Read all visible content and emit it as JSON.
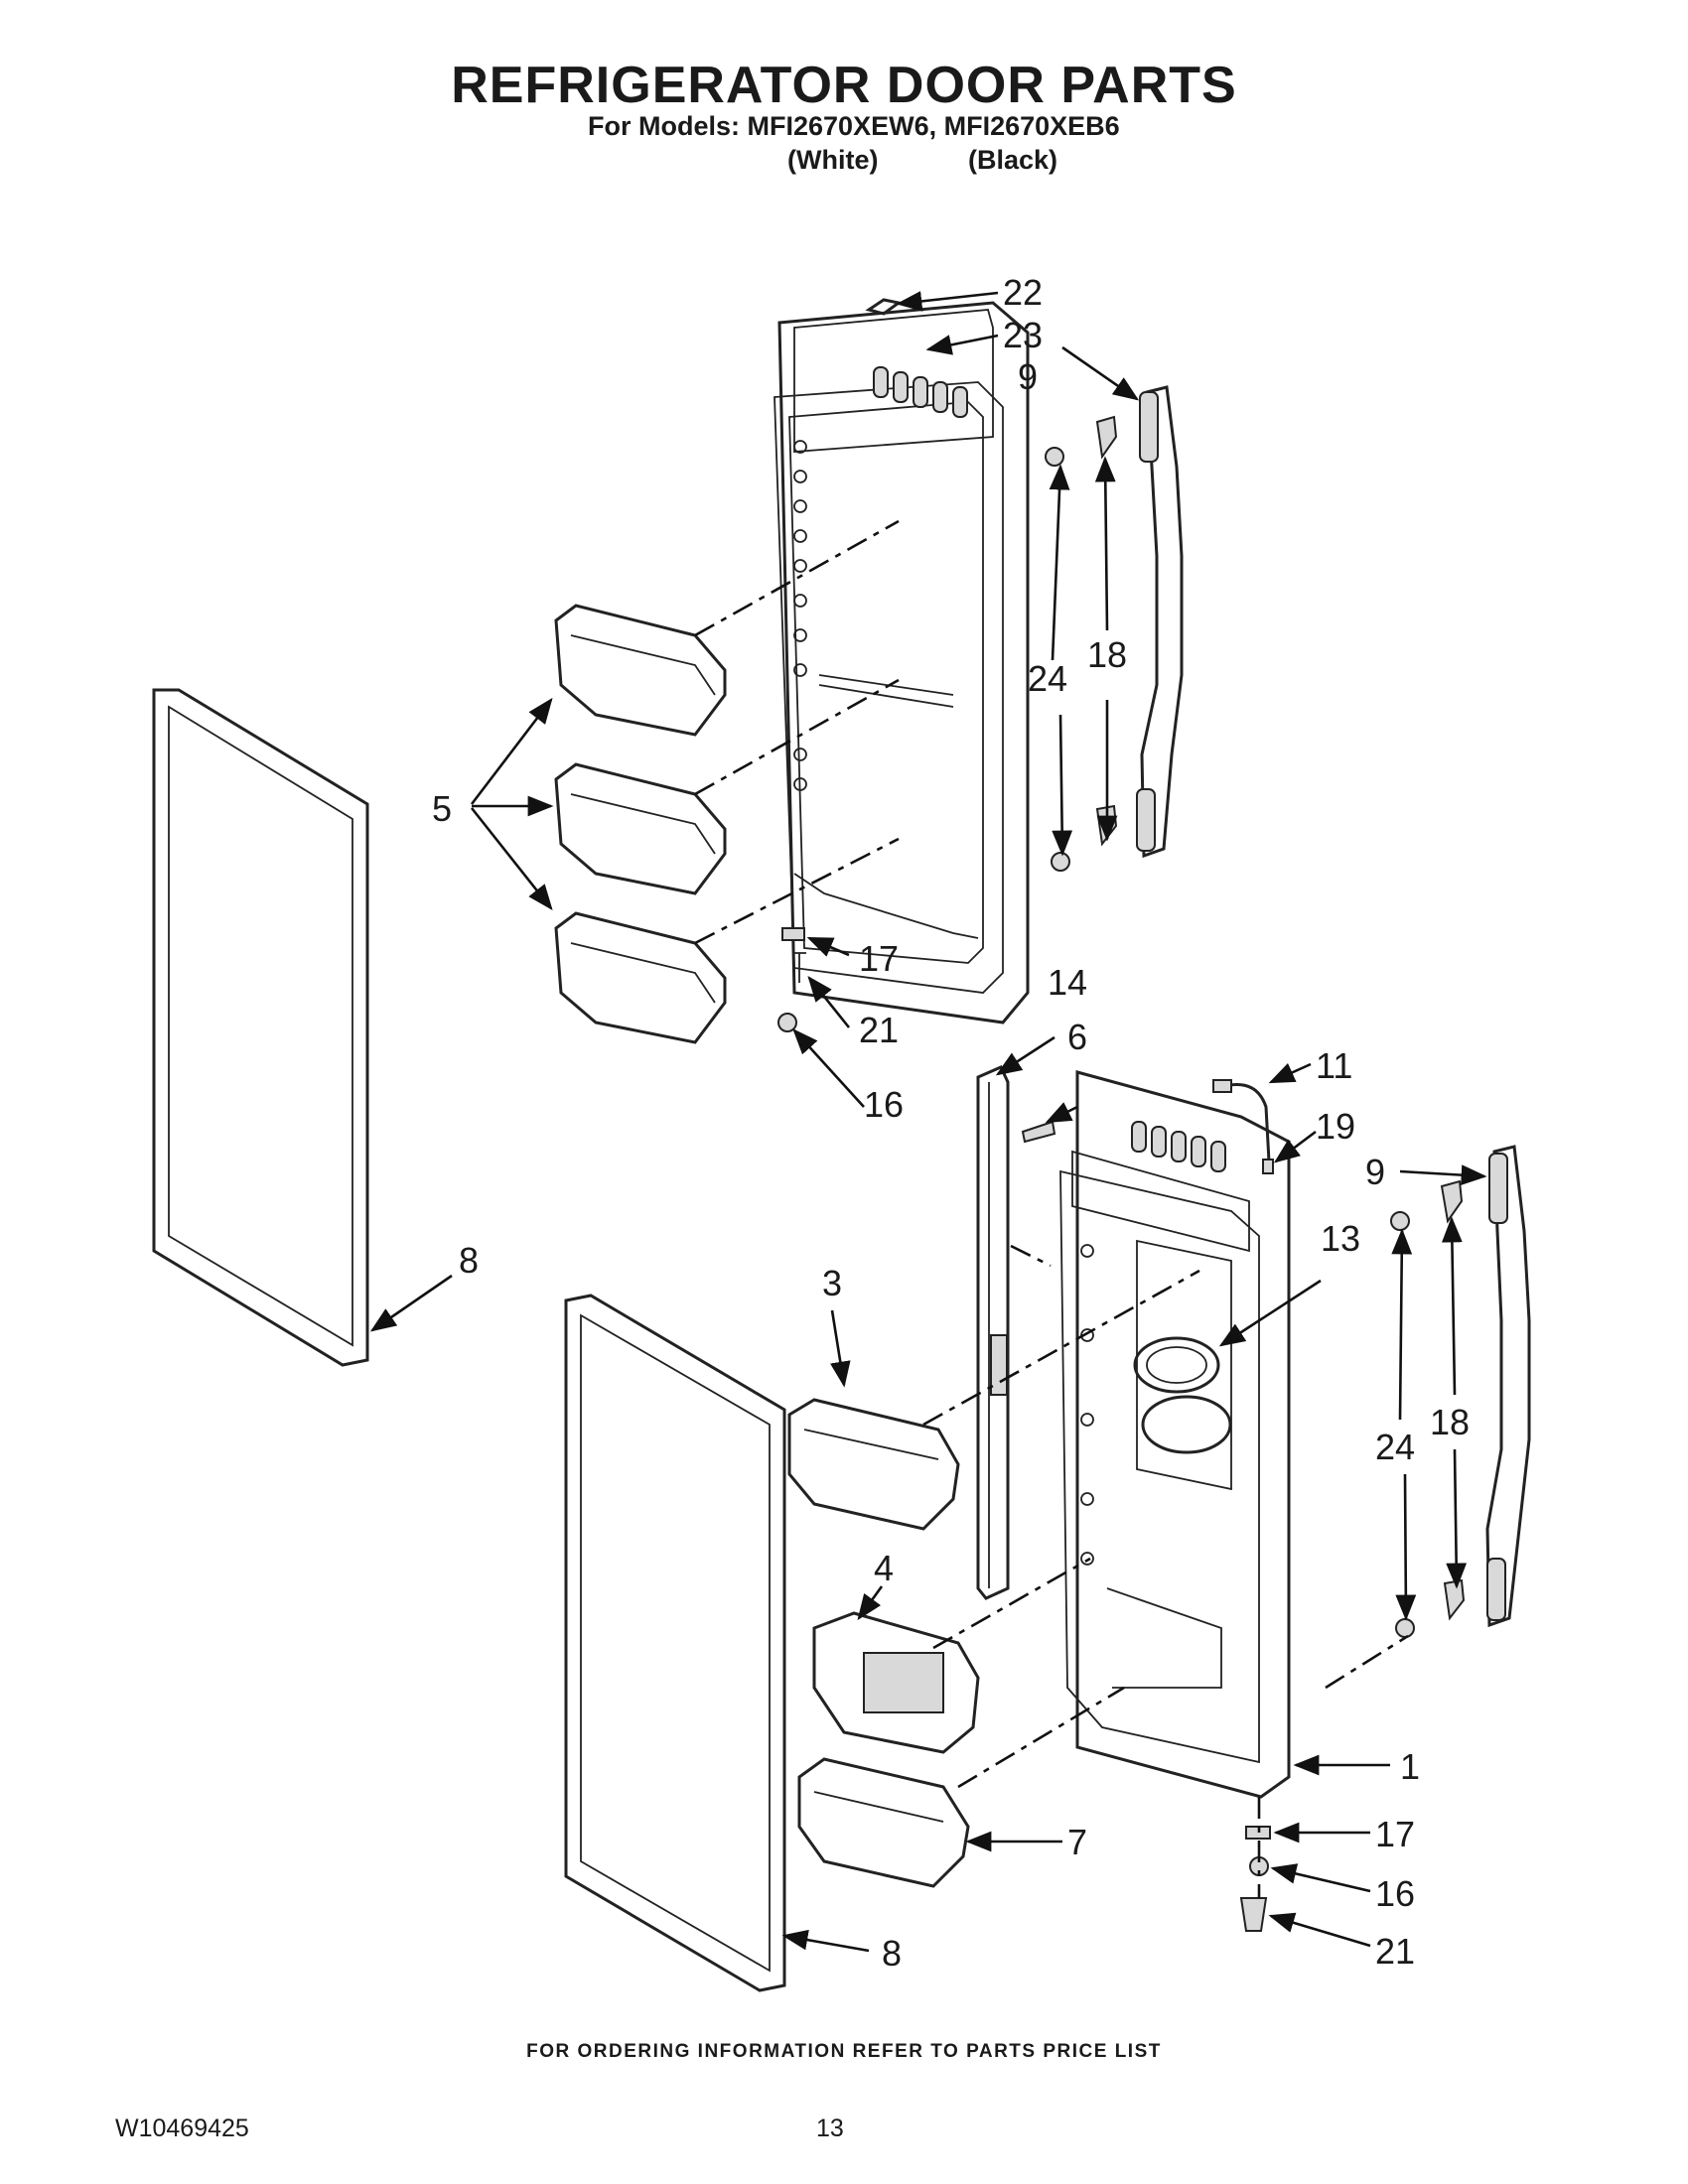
{
  "header": {
    "title": "REFRIGERATOR DOOR PARTS",
    "models_prefix": "For Models:",
    "model_white": "MFI2670XEW6,",
    "model_black": "MFI2670XEB6",
    "label_white": "(White)",
    "label_black": "(Black)"
  },
  "callouts": {
    "c22": "22",
    "c23": "23",
    "c9a": "9",
    "c24a": "24",
    "c18a": "18",
    "c5": "5",
    "c8a": "8",
    "c17a": "17",
    "c21a": "21",
    "c16a": "16",
    "c14": "14",
    "c6": "6",
    "c11": "11",
    "c19": "19",
    "c9b": "9",
    "c13": "13",
    "c3": "3",
    "c24b": "24",
    "c18b": "18",
    "c4": "4",
    "c1": "1",
    "c7": "7",
    "c17b": "17",
    "c16b": "16",
    "c21b": "21",
    "c8b": "8"
  },
  "footer": {
    "ordering_note": "FOR ORDERING INFORMATION REFER TO PARTS PRICE LIST",
    "document_number": "W10469425",
    "page_number": "13"
  }
}
